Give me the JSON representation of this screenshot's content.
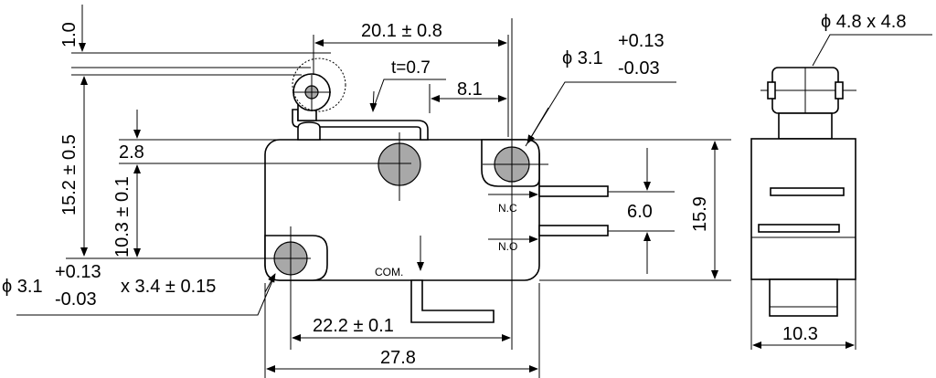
{
  "labels": {
    "top_gap": "1.0",
    "overall_top": "20.1 ± 0.8",
    "thickness": "t=0.7",
    "offset_right": "8.1",
    "hole_dia_top": "ϕ 3.1",
    "hole_tol_plus": "+0.13",
    "hole_tol_minus": "-0.03",
    "height_left": "15.2 ± 0.5",
    "small_gap": "2.8",
    "inner_height": "10.3 ± 0.1",
    "hole_dia_bottom": "ϕ 3.1",
    "hole_bottom_plus": "+0.13",
    "hole_bottom_minus": "-0.03",
    "hole_bottom_len": "x 3.4 ± 0.15",
    "terminal_spacing": "6.0",
    "body_height": "15.9",
    "terminal_nc": "N.C",
    "terminal_no": "N.O",
    "terminal_com": "COM.",
    "hole_span": "22.2 ± 0.1",
    "body_length": "27.8",
    "roller_size": "ϕ 4.8 x 4.8",
    "side_width": "10.3"
  }
}
